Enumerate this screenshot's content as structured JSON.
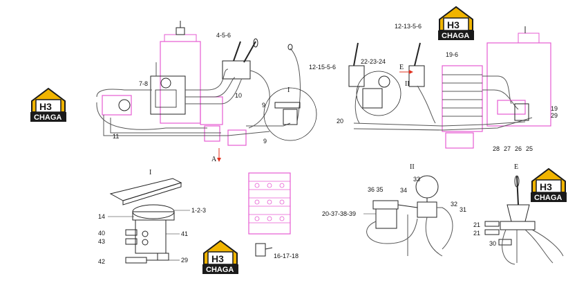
{
  "logo": {
    "brand": "CHAGA",
    "mark": "H3",
    "colors": {
      "gold": "#f0b400",
      "ink": "#1a1a1a",
      "white": "#ffffff"
    }
  },
  "colors": {
    "pink": "#e65ad2",
    "ink": "#222222",
    "hydraulic": "#555555"
  },
  "sections": {
    "detail_I_top": "I",
    "detail_I": "I",
    "detail_II_top": "II",
    "detail_II": "II",
    "detail_E": "E",
    "view_A": "A",
    "arrow_E": "E"
  },
  "callouts": {
    "c_4_5_6": "4-5-6",
    "c_7_8": "7-8",
    "c_10": "10",
    "c_9a": "9",
    "c_9b": "9",
    "c_11": "11",
    "c_12_13_5_6": "12-13-5-6",
    "c_12_15_5_6": "12-15-5-6",
    "c_22_23_24": "22-23-24",
    "c_19_6": "19-6",
    "c_20": "20",
    "c_19": "19",
    "c_29a": "29",
    "c_28": "28",
    "c_27": "27",
    "c_26": "26",
    "c_25": "25",
    "c_14": "14",
    "c_1_2_3": "1-2-3",
    "c_40": "40",
    "c_41": "41",
    "c_43": "43",
    "c_42": "42",
    "c_29b": "29",
    "c_16_17_18": "16-17-18",
    "c_36_35": "36 35",
    "c_34": "34",
    "c_33": "33",
    "c_32": "32",
    "c_31": "31",
    "c_20_37_38_39": "20-37-38-39",
    "c_21a": "21",
    "c_21b": "21",
    "c_30": "30"
  }
}
